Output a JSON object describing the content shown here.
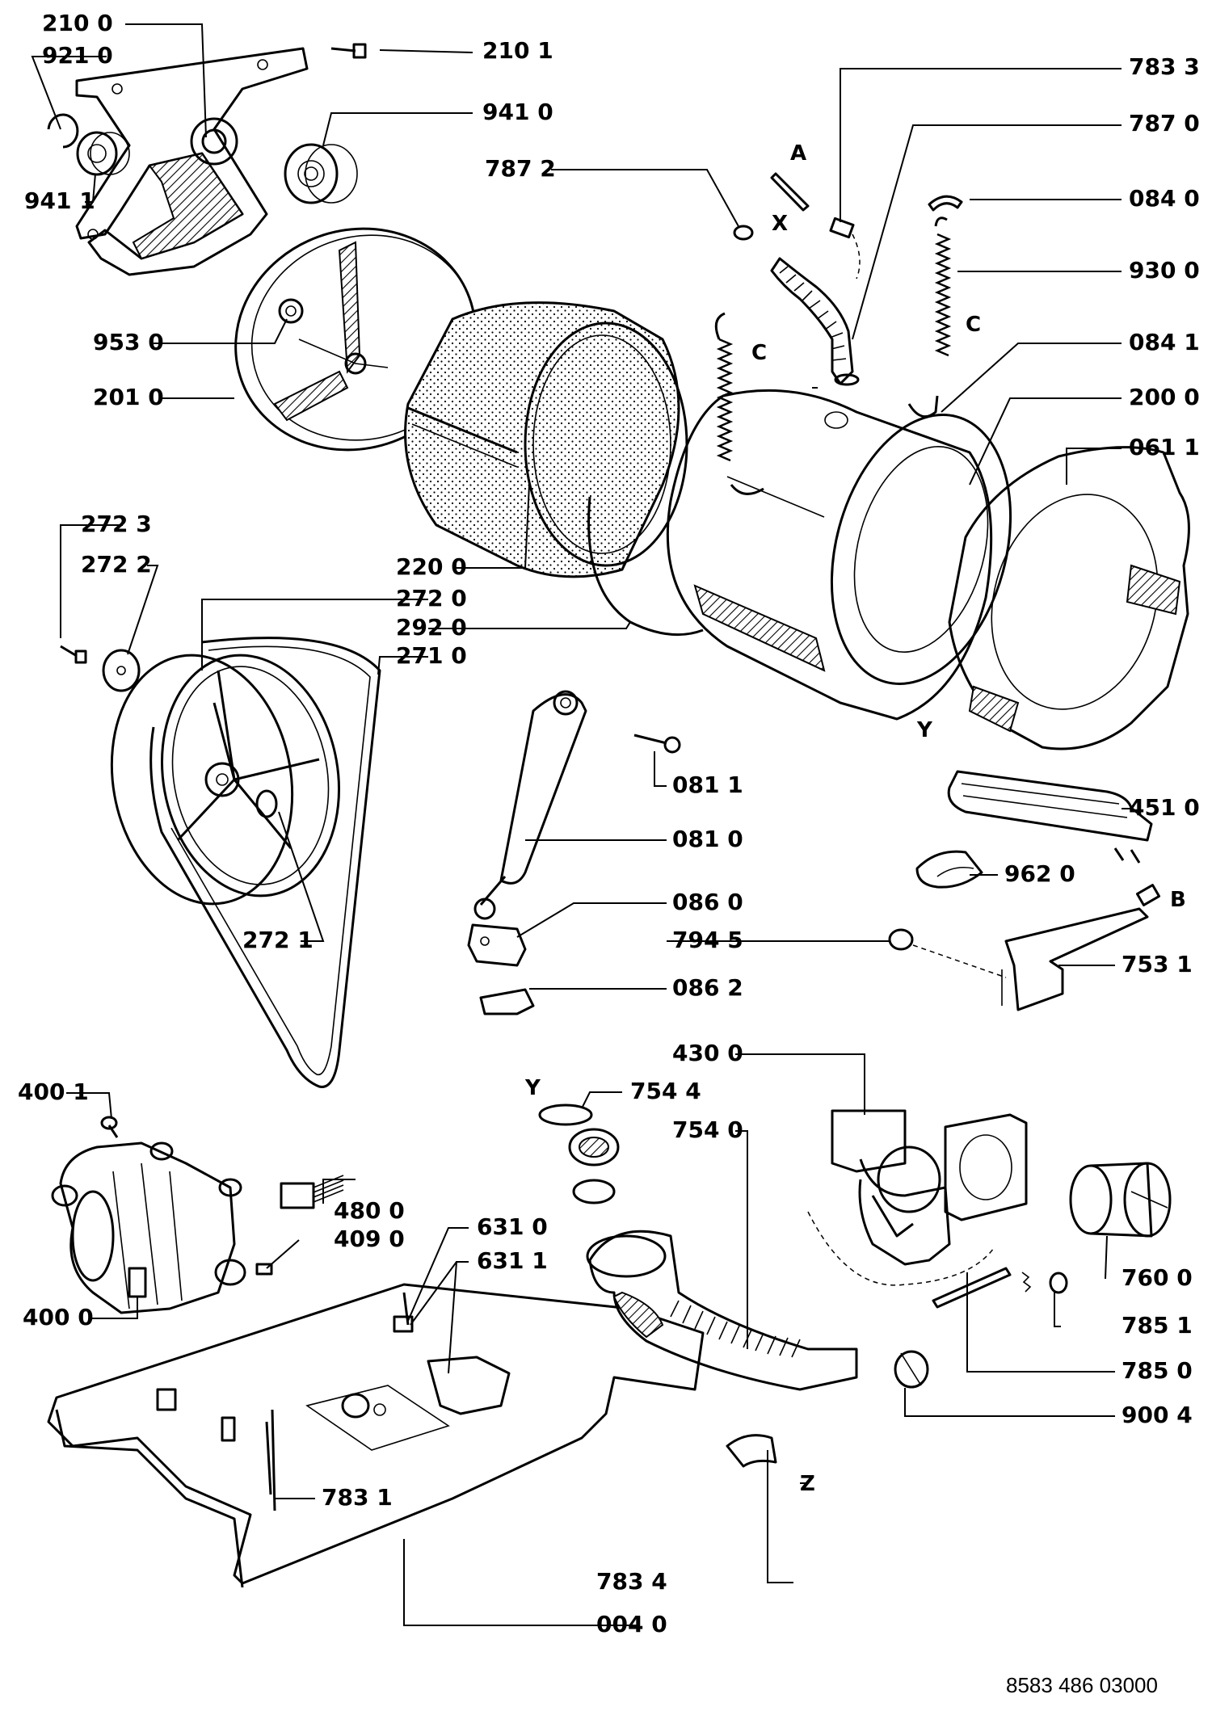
{
  "labels": {
    "l2100": "210 0",
    "l9210": "921 0",
    "l2101": "210 1",
    "l9410": "941 0",
    "l9411": "941 1",
    "l7833": "783 3",
    "l7870": "787 0",
    "l7872": "787 2",
    "l0840": "084 0",
    "l9300": "930 0",
    "l0841": "084 1",
    "l9530": "953 0",
    "l2010": "201 0",
    "l2000": "200 0",
    "l0611": "061 1",
    "l2723": "272 3",
    "l2722": "272 2",
    "l2200": "220 0",
    "l2720": "272 0",
    "l2920": "292 0",
    "l2710": "271 0",
    "l0811": "081 1",
    "l4510": "451 0",
    "l0810": "081 0",
    "l9620": "962 0",
    "l0860": "086 0",
    "l7945": "794 5",
    "l7531": "753 1",
    "l2721": "272 1",
    "l0862": "086 2",
    "l4300": "430 0",
    "l4001": "400 1",
    "l7544": "754 4",
    "l7540": "754 0",
    "l4800": "480 0",
    "l4090": "409 0",
    "l6310": "631 0",
    "l6311": "631 1",
    "l4000": "400 0",
    "l7600": "760 0",
    "l7851": "785 1",
    "l7850": "785 0",
    "l9004": "900 4",
    "l7831": "783 1",
    "l7834": "783 4",
    "l0040": "004 0"
  },
  "flags": {
    "A": "A",
    "X": "X",
    "C1": "C",
    "C2": "C",
    "Y1": "Y",
    "B": "B",
    "Y2": "Y",
    "Z": "Z"
  },
  "doc_number": "8583 486 03000"
}
